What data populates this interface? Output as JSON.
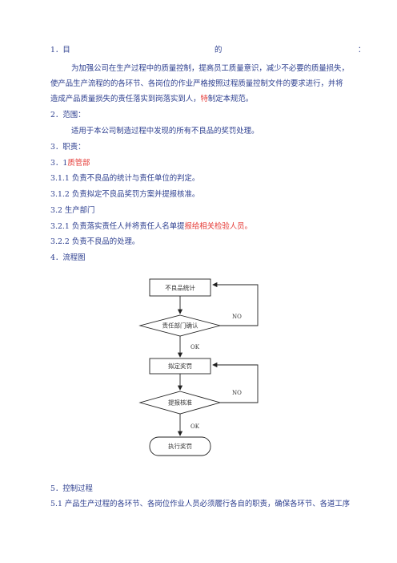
{
  "section1": {
    "num": "1．目",
    "mid": "的",
    "colon": "：",
    "p1": "为加强公司在生产过程中的质量控制，提高员工质量意识，减少不必要的质量损失，",
    "p2": "使产品生产流程的的各环节、各岗位的作业严格按照过程质量控制文件的要求进行，并将",
    "p3a": "造成产品质量损失的责任落实到岗落实到人，",
    "p3red": "特",
    "p3b": "制定本规范。"
  },
  "section2": {
    "title": "2．范围：",
    "text": "适用于本公司制造过程中发现的所有不良品的奖罚处理。"
  },
  "section3": {
    "title": "3．职责：",
    "s31_prefix": "3．1",
    "s31_red": "质管部",
    "s311": "3.1.1  负责不良品的统计与责任单位的判定。",
    "s312": "3.1.2  负责拟定不良品奖罚方案并提报核准。",
    "s32": "3.2  生产部门",
    "s321_a": "3.2.1  负责落实责任人并将责任人名单提",
    "s321_red": "报给相关检验人员。",
    "s322": "3.2.2  负责不良品的处理。"
  },
  "section4": {
    "title": "4．流程图"
  },
  "flow": {
    "step1": "不良品统计",
    "step2": "责任部门确认",
    "step3": "拟定奖罚",
    "step4": "提报核准",
    "step5": "执行奖罚",
    "no1": "NO",
    "no2": "NO",
    "ok1": "OK",
    "ok2": "OK"
  },
  "section5": {
    "title": "5．控制过程",
    "s51": "5.1 产品生产过程的各环节、各岗位作业人员必须履行各自的职责，确保各环节、各道工序"
  }
}
